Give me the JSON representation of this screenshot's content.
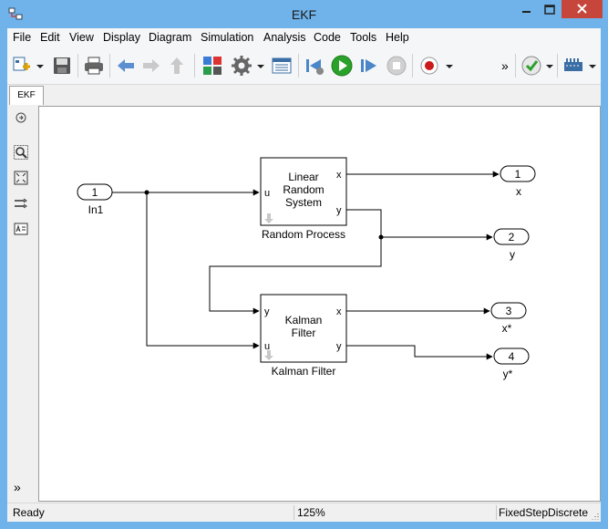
{
  "window": {
    "title": "EKF"
  },
  "menu": [
    "File",
    "Edit",
    "View",
    "Display",
    "Diagram",
    "Simulation",
    "Analysis",
    "Code",
    "Tools",
    "Help"
  ],
  "toolbar": {
    "overflow": "»"
  },
  "tab": {
    "label": "EKF"
  },
  "sidepanel": {
    "expand": "»"
  },
  "diagram": {
    "inport": {
      "number": "1",
      "label": "In1"
    },
    "random_block": {
      "title": [
        "Linear",
        "Random",
        "System"
      ],
      "port_in": "u",
      "port_x": "x",
      "port_y": "y",
      "name": "Random Process"
    },
    "kalman_block": {
      "title": [
        "Kalman",
        "Filter"
      ],
      "port_y_in": "y",
      "port_u_in": "u",
      "port_x": "x",
      "port_y": "y",
      "name": "Kalman Filter"
    },
    "outports": [
      {
        "number": "1",
        "label": "x"
      },
      {
        "number": "2",
        "label": "y"
      },
      {
        "number": "3",
        "label": "x*"
      },
      {
        "number": "4",
        "label": "y*"
      }
    ]
  },
  "status": {
    "left": "Ready",
    "zoom": "125%",
    "solver": "FixedStepDiscrete"
  },
  "colors": {
    "titlebar": "#6fb3ea",
    "close": "#c7463c",
    "run": "#2aa12a",
    "record": "#cc1a1a"
  }
}
